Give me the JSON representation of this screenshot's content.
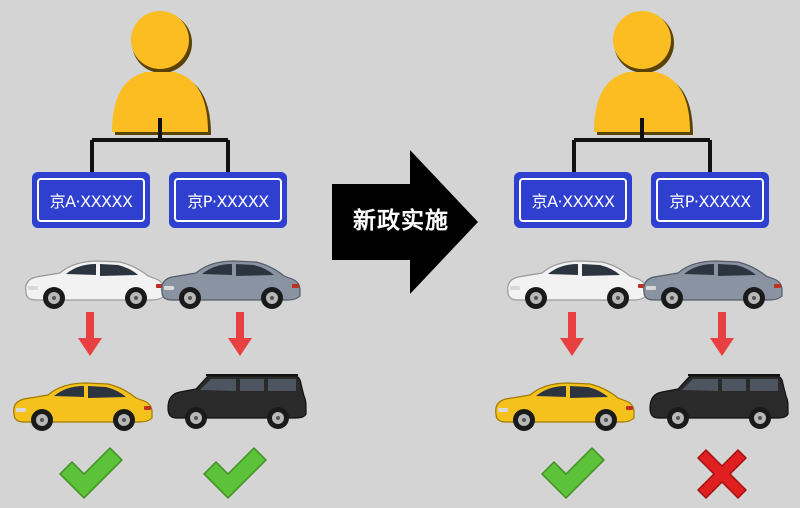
{
  "colors": {
    "background": "#d4d4d4",
    "person": "#fbbd21",
    "person_outline": "#5a4200",
    "plate": "#2f3fd0",
    "connector": "#111111",
    "arrow_down": "#e84040",
    "banner": "#000000",
    "check": "#5cc23a",
    "cross": "#e02020",
    "car_white": "#f2f2f2",
    "car_silver": "#8a93a2",
    "car_yellow": "#f5c21d",
    "car_black": "#2a2a2a"
  },
  "banner": {
    "label": "新政实施",
    "icon": "right-arrow-icon"
  },
  "before": {
    "owner_icon": "person-icon",
    "plates": [
      {
        "text": "京A·XXXXX"
      },
      {
        "text": "京P·XXXXX"
      }
    ],
    "private_cars": [
      {
        "icon": "white-sedan-icon"
      },
      {
        "icon": "silver-sedan-icon"
      }
    ],
    "converted_cars": [
      {
        "icon": "yellow-taxi-icon"
      },
      {
        "icon": "black-suv-icon"
      }
    ],
    "results": [
      {
        "icon": "check-icon"
      },
      {
        "icon": "check-icon"
      }
    ]
  },
  "after": {
    "owner_icon": "person-icon",
    "plates": [
      {
        "text": "京A·XXXXX"
      },
      {
        "text": "京P·XXXXX"
      }
    ],
    "private_cars": [
      {
        "icon": "white-sedan-icon"
      },
      {
        "icon": "silver-sedan-icon"
      }
    ],
    "converted_cars": [
      {
        "icon": "yellow-taxi-icon"
      },
      {
        "icon": "black-suv-icon"
      }
    ],
    "results": [
      {
        "icon": "check-icon"
      },
      {
        "icon": "cross-icon"
      }
    ]
  }
}
